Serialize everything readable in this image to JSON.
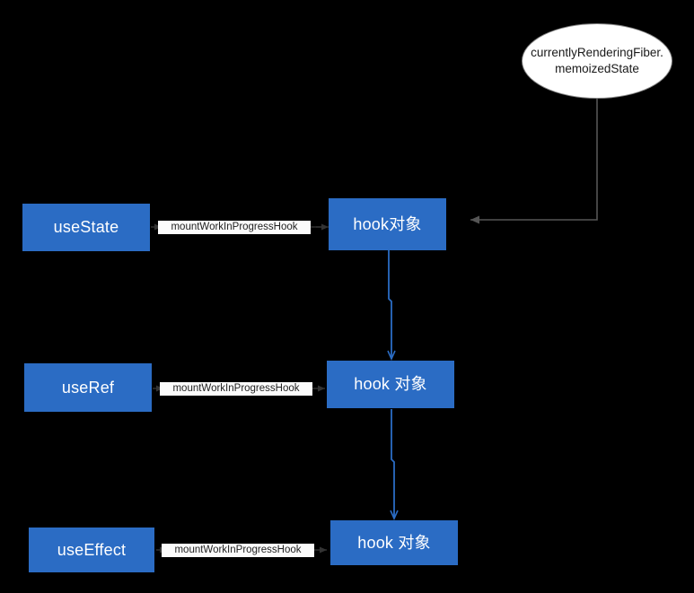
{
  "diagram": {
    "title": "React mountWorkInProgressHook chain",
    "background_color": "#000000",
    "node_fill": "#2b6cc4",
    "node_text_color": "#ffffff",
    "ellipse_fill": "#ffffff",
    "ellipse_border": "#888888",
    "blue_edge_color": "#2b6cc4",
    "gray_edge_color": "#555555",
    "edge_label_bg": "#fbfbfb"
  },
  "nodes": {
    "source_ellipse": {
      "line1": "currentlyRenderingFiber.",
      "line2": "memoizedState"
    },
    "hooks": [
      {
        "label": "useState"
      },
      {
        "label": "useRef"
      },
      {
        "label": "useEffect"
      }
    ],
    "hook_objects": [
      {
        "label": "hook对象"
      },
      {
        "label": "hook 对象"
      },
      {
        "label": "hook 对象"
      }
    ]
  },
  "edges": {
    "call_labels": [
      {
        "text": "mountWorkInProgressHook"
      },
      {
        "text": "mountWorkInProgressHook"
      },
      {
        "text": "mountWorkInProgressHook"
      }
    ]
  }
}
